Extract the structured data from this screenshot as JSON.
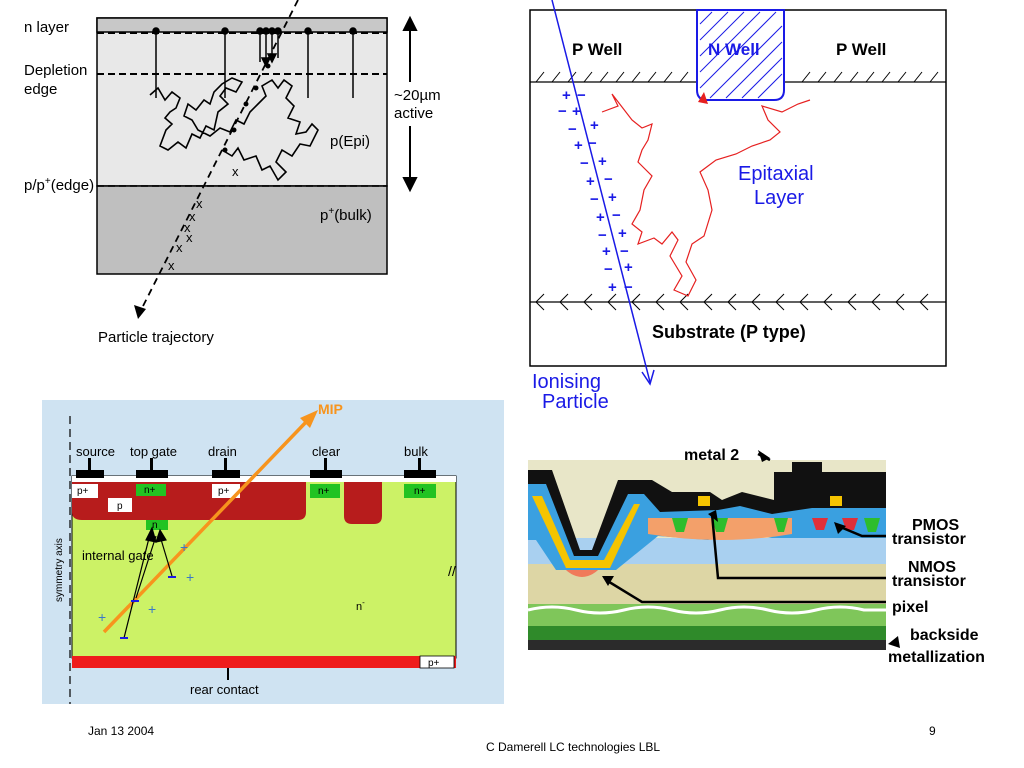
{
  "slide": {
    "date": "Jan 13 2004",
    "page_number": "9",
    "footer": "C Damerell LC technologies LBL"
  },
  "panel_tl": {
    "n_layer": "n layer",
    "depletion_1": "Depletion",
    "depletion_2": "edge",
    "pp_edge_pre": "p/p",
    "pp_edge_sup": "+",
    "pp_edge_post": "(edge)",
    "active_1": "~20µm",
    "active_2": "active",
    "p_epi": "p(Epi)",
    "p_bulk_pre": "p",
    "p_bulk_sup": "+",
    "p_bulk_post": "(bulk)",
    "trajectory": "Particle trajectory",
    "x_mark": "x"
  },
  "panel_tr": {
    "p_well_left": "P Well",
    "n_well": "N Well",
    "p_well_right": "P Well",
    "epitaxial_1": "Epitaxial",
    "epitaxial_2": "Layer",
    "substrate": "Substrate (P type)",
    "ionising_1": "Ionising",
    "ionising_2": "Particle"
  },
  "panel_bl": {
    "mip": "MIP",
    "source": "source",
    "top_gate": "top gate",
    "drain": "drain",
    "clear": "clear",
    "bulk": "bulk",
    "p_plus": "p+",
    "n_plus": "n+",
    "p": "p",
    "n": "n",
    "internal_gate": "internal gate",
    "n_minus": "n",
    "n_minus_sup": "-",
    "symmetry_axis": "symmetry axis",
    "rear_contact": "rear contact",
    "plus": "+",
    "minus": "-"
  },
  "panel_br": {
    "metal2": "metal 2",
    "pmos_1": "PMOS",
    "pmos_2": "transistor",
    "nmos_1": "NMOS",
    "nmos_2": "transistor",
    "pixel": "pixel",
    "backside_1": "backside",
    "backside_2": "metallization"
  },
  "colors": {
    "grey_light": "#e8e8e8",
    "grey_dark": "#bfbfbf",
    "blue_diagram": "#1a1ae6",
    "red_walk": "#e62020",
    "depfet_bg": "#cfe3f2",
    "depfet_green": "#ccf266",
    "depfet_red": "#b71c1c",
    "mip_orange": "#f7941d",
    "implant_green": "#22c322"
  }
}
